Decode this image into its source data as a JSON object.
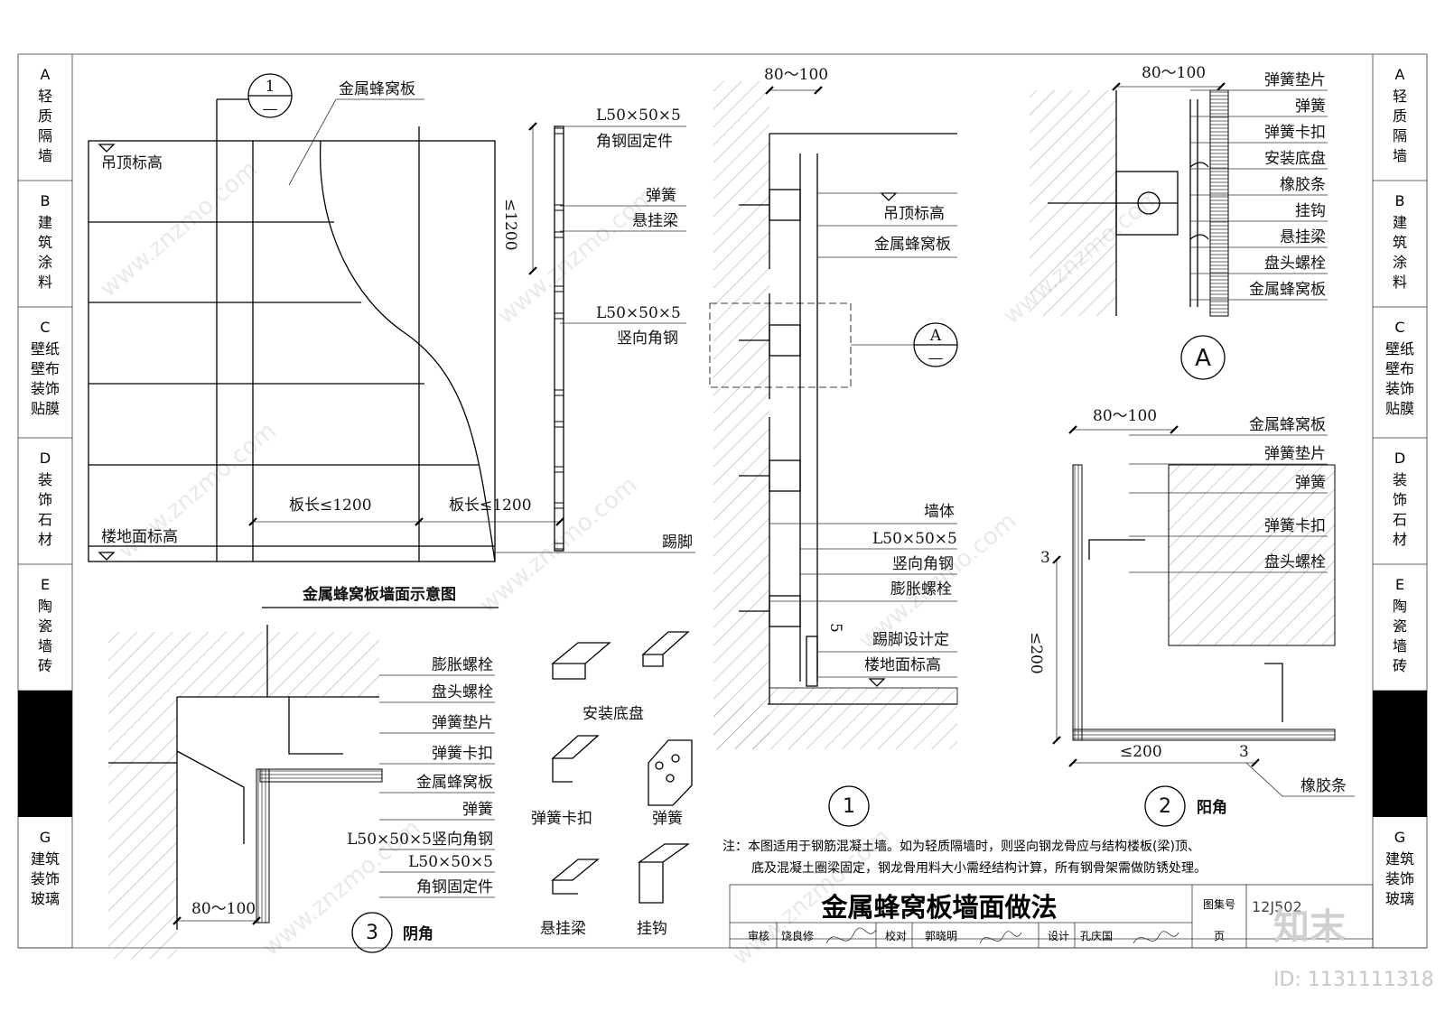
{
  "side_tabs": {
    "left": [
      {
        "letter": "A",
        "label": [
          "轻",
          "质",
          "隔",
          "墙"
        ]
      },
      {
        "letter": "B",
        "label": [
          "建",
          "筑",
          "涂",
          "料"
        ]
      },
      {
        "letter": "C",
        "label": [
          "壁纸",
          "壁布",
          "装饰",
          "贴膜"
        ]
      },
      {
        "letter": "D",
        "label": [
          "装",
          "饰",
          "石",
          "材"
        ]
      },
      {
        "letter": "E",
        "label": [
          "陶",
          "瓷",
          "墙",
          "砖"
        ]
      },
      {
        "letter": "",
        "label": []
      },
      {
        "letter": "G",
        "label": [
          "建筑",
          "装饰",
          "玻璃"
        ]
      }
    ],
    "right": [
      {
        "letter": "A",
        "label": [
          "轻",
          "质",
          "隔",
          "墙"
        ]
      },
      {
        "letter": "B",
        "label": [
          "建",
          "筑",
          "涂",
          "料"
        ]
      },
      {
        "letter": "C",
        "label": [
          "壁纸",
          "壁布",
          "装饰",
          "贴膜"
        ]
      },
      {
        "letter": "D",
        "label": [
          "装",
          "饰",
          "石",
          "材"
        ]
      },
      {
        "letter": "E",
        "label": [
          "陶",
          "瓷",
          "墙",
          "砖"
        ]
      },
      {
        "letter": "",
        "label": []
      },
      {
        "letter": "G",
        "label": [
          "建筑",
          "装饰",
          "玻璃"
        ]
      }
    ]
  },
  "elevation": {
    "title": "金属蜂窝板墙面示意图",
    "ceiling_label": "吊顶标高",
    "floor_label": "楼地面标高",
    "panel_label": "金属蜂窝板",
    "panel_len_1": "板长≤1200",
    "panel_len_2": "板长≤1200",
    "spacing": "≤1200",
    "angle_fix_1": "L50×50×5",
    "angle_fix_2": "角钢固定件",
    "spring": "弹簧",
    "hanger": "悬挂梁",
    "vert_angle_1": "L50×50×5",
    "vert_angle_2": "竖向角钢",
    "skirting": "踢脚",
    "callout_num": "1",
    "callout_sub": "—"
  },
  "section1": {
    "dim": "80～100",
    "ceiling": "吊顶标高",
    "panel": "金属蜂窝板",
    "wall": "墙体",
    "vert_angle_1": "L50×50×5",
    "vert_angle_2": "竖向角钢",
    "bolt": "膨胀螺栓",
    "dim5": "5",
    "skirting": "踢脚设计定",
    "floor": "楼地面标高",
    "callout": "A",
    "callout_sub": "—",
    "label_num": "1"
  },
  "detailA": {
    "dim": "80～100",
    "labels": [
      "弹簧垫片",
      "弹簧",
      "弹簧卡扣",
      "安装底盘",
      "橡胶条",
      "挂钩",
      "悬挂梁",
      "盘头螺栓",
      "金属蜂窝板"
    ],
    "label": "A"
  },
  "detail2": {
    "dim": "80～100",
    "labels": [
      "金属蜂窝板",
      "弹簧垫片",
      "弹簧",
      "弹簧卡扣",
      "盘头螺栓"
    ],
    "dim_left": "≤200",
    "dim_bottom": "≤200",
    "dim3a": "3",
    "dim3b": "3",
    "rubber": "橡胶条",
    "num": "2",
    "name": "阳角"
  },
  "detail3": {
    "labels": [
      "膨胀螺栓",
      "盘头螺栓",
      "弹簧垫片",
      "弹簧卡扣",
      "金属蜂窝板",
      "弹簧",
      "L50×50×5竖向角钢",
      "L50×50×5",
      "角钢固定件"
    ],
    "dim": "80～100",
    "num": "3",
    "name": "阴角"
  },
  "parts": [
    "安装底盘",
    "弹簧卡扣",
    "弹簧",
    "悬挂梁",
    "挂钩"
  ],
  "note_1": "注：本图适用于钢筋混凝土墙。如为轻质隔墙时，则竖向钢龙骨应与结构楼板(梁)顶、",
  "note_2": "底及混凝土圈梁固定，钢龙骨用料大小需经结构计算，所有钢骨架需做防锈处理。",
  "title_block": {
    "title": "金属蜂窝板墙面做法",
    "atlas_label": "图集号",
    "atlas_value": "12J502",
    "review_label": "审核",
    "reviewer": "饶良修",
    "check_label": "校对",
    "checker": "郭晓明",
    "design_label": "设计",
    "designer": "孔庆国",
    "page_label": "页"
  },
  "watermark": {
    "brand": "知末",
    "id": "ID: 1131111318",
    "site": "www.znzmo.com"
  }
}
